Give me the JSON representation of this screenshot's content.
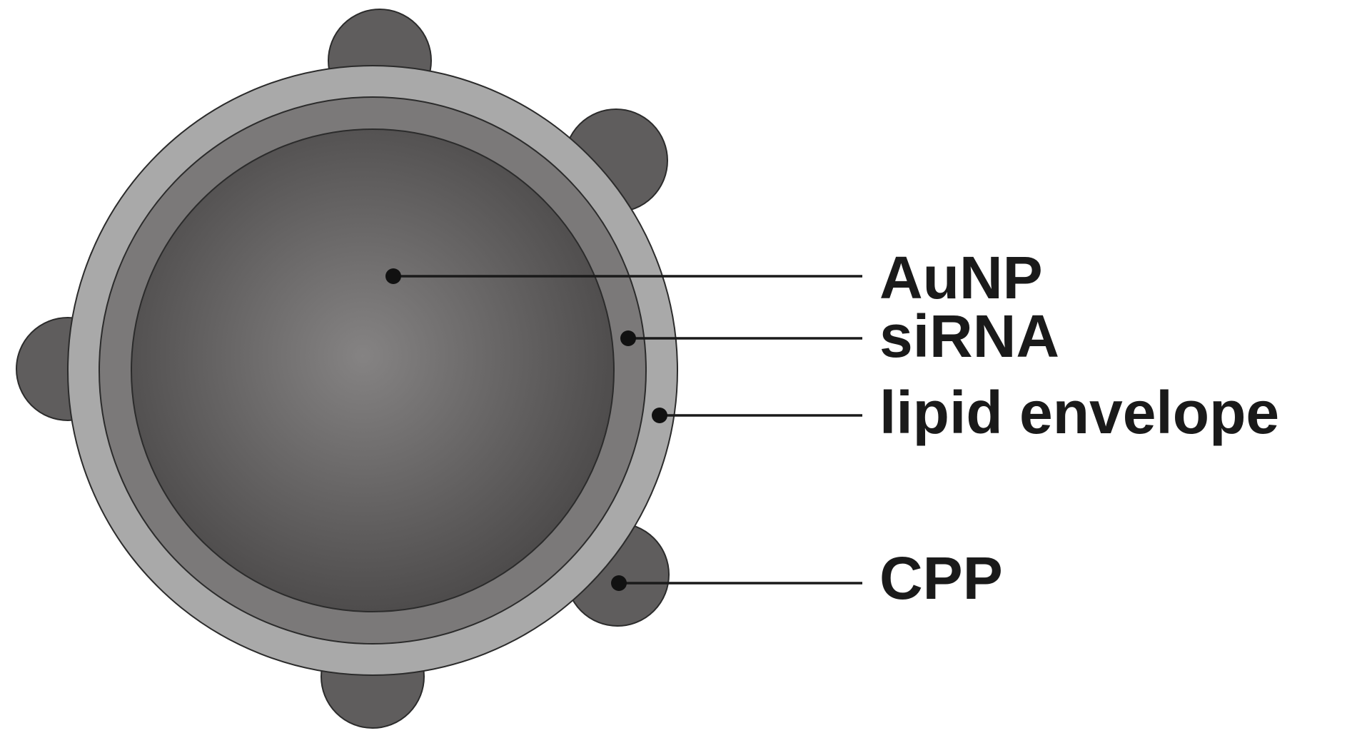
{
  "diagram": {
    "labels": {
      "aunp": "AuNP",
      "sirna": "siRNA",
      "lipid_envelope": "lipid envelope",
      "cpp": "CPP"
    },
    "colors": {
      "background": "#ffffff",
      "aunp_core_center": "#858383",
      "aunp_core_edge": "#4c4a4a",
      "sirna_layer": "#7b7979",
      "lipid_envelope": "#a9a9a9",
      "cpp_bumps": "#5f5d5d",
      "outline": "#2b2b2b",
      "leader_lines": "#1a1a1a"
    }
  }
}
